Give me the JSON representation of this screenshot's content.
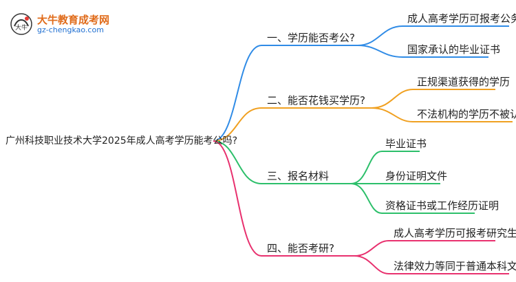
{
  "logo": {
    "title": "大牛教育成考网",
    "url": "gz-chengkao.com",
    "badge_text": "大牛"
  },
  "root": {
    "label": "广州科技职业技术大学2025年成人高考学历能考公吗?"
  },
  "branches": [
    {
      "label": "一、学历能否考公?",
      "color": "#2f8be6",
      "leaves": [
        "成人高考学历可报考公务员",
        "国家承认的毕业证书"
      ]
    },
    {
      "label": "二、能否花钱买学历?",
      "color": "#f0a020",
      "leaves": [
        "正规渠道获得的学历",
        "不法机构的学历不被认可"
      ]
    },
    {
      "label": "三、报名材料",
      "color": "#2cbf6a",
      "leaves": [
        "毕业证书",
        "身份证明文件",
        "资格证书或工作经历证明"
      ]
    },
    {
      "label": "四、能否考研?",
      "color": "#e8306e",
      "leaves": [
        "成人高考学历可报考研究生",
        "法律效力等同于普通本科文凭"
      ]
    }
  ]
}
